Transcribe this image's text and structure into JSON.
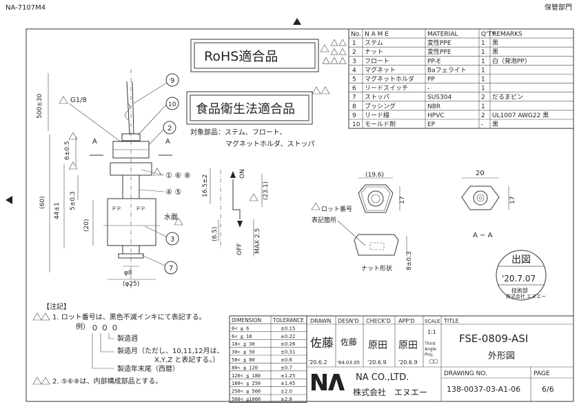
{
  "header": {
    "doc_code": "NA-7107M4",
    "storage_dept": "保管部門"
  },
  "stamps": {
    "rohs": "RoHS適合品",
    "food": "食品衛生法適合品",
    "food_targets_1": "対象部品：ステム、フロート、",
    "food_targets_2": "マグネットホルダ、ストッパ"
  },
  "parts_table": {
    "headers": [
      "No.",
      "N A M E",
      "MATERIAL",
      "Q'TY",
      "REMARKS"
    ],
    "rows": [
      {
        "rev": "5,2",
        "no": "1",
        "name": "ステム",
        "material": "変性PPE",
        "qty": "1",
        "remarks": "黒"
      },
      {
        "rev": "5,2",
        "no": "2",
        "name": "ナット",
        "material": "変性PPE",
        "qty": "1",
        "remarks": "黒"
      },
      {
        "rev": "5,3,2",
        "no": "3",
        "name": "フロート",
        "material": "PP-E",
        "qty": "1",
        "remarks": "白（発泡PP）"
      },
      {
        "rev": "",
        "no": "4",
        "name": "マグネット",
        "material": "Baフェライト",
        "qty": "1",
        "remarks": ""
      },
      {
        "rev": "",
        "no": "5",
        "name": "マグネットホルダ",
        "material": "PP",
        "qty": "1",
        "remarks": ""
      },
      {
        "rev": "",
        "no": "6",
        "name": "リードスイッチ",
        "material": "-",
        "qty": "1",
        "remarks": ""
      },
      {
        "rev": "",
        "no": "7",
        "name": "ストッパ",
        "material": "SUS304",
        "qty": "2",
        "remarks": "だるまピン"
      },
      {
        "rev": "",
        "no": "8",
        "name": "ブッシング",
        "material": "NBR",
        "qty": "1",
        "remarks": ""
      },
      {
        "rev": "",
        "no": "9",
        "name": "リード線",
        "material": "HPVC",
        "qty": "2",
        "remarks": "UL1007 AWG22 黒"
      },
      {
        "rev": "",
        "no": "10",
        "name": "モールド剤",
        "material": "EP",
        "qty": "-",
        "remarks": "黒"
      }
    ]
  },
  "front_view": {
    "thread": "G1/8",
    "dims": {
      "lead_len": "500±30",
      "d_6": "6±0.5",
      "d_60": "(60)",
      "d_44": "44±1",
      "d_5": "5±0.3",
      "d_20": "(20)",
      "d_phi8": "φ8",
      "d_phi25": "(φ25)",
      "d_165": "16.5±2",
      "d_231": "(23.1)",
      "d_65": "(6.5)",
      "d_max": "MAX 2.5"
    },
    "labels": {
      "section_a": "A",
      "water": "水面",
      "on": "ON",
      "off": "OFF",
      "balloons_a": "① ⑥ ⑧",
      "balloons_b": "④ ⑤"
    },
    "balloons": [
      "9",
      "10",
      "2",
      "3",
      "7"
    ]
  },
  "side_view": {
    "d_196": "(19.6)",
    "d_17": "17",
    "d_8": "8±0.3",
    "lot_label_1": "ロット番号",
    "lot_label_2": "表記箇所",
    "nut_label": "ナット形状"
  },
  "section_view": {
    "d_20": "20",
    "d_17": "17",
    "caption": "A − A"
  },
  "approval_stamp": {
    "title": "出図",
    "date": "'20.7.07",
    "dept": "技術部",
    "company": "株式会社 エヌエー"
  },
  "notes": {
    "title": "【注記】",
    "n1_lead": "1. ロット番号は、黒色不滅インキにて表記する。",
    "n1_example": "例）",
    "n1_code": "０ ０ ０",
    "n1_week": "製造週",
    "n1_month_a": "製造月（ただし、10,11,12月は、",
    "n1_month_b": "X,Y,Z と表記する。）",
    "n1_year": "製造年末尾（西暦）",
    "n2": "2. ⑤⑥⑧は、内部構成部品とする。"
  },
  "tolerance_table": {
    "headers": [
      "DIMENSION",
      "TOLERANCE"
    ],
    "rows": [
      [
        "0<   ≦   6",
        "±0.15"
      ],
      [
        "6<   ≦  18",
        "±0.22"
      ],
      [
        "18<  ≦  30",
        "±0.26"
      ],
      [
        "30<  ≦  50",
        "±0.31"
      ],
      [
        "50<  ≦  80",
        "±0.6"
      ],
      [
        "80<  ≦ 120",
        "±0.7"
      ],
      [
        "120< ≦ 180",
        "±1.25"
      ],
      [
        "180< ≦ 250",
        "±1.45"
      ],
      [
        "250< ≦ 500",
        "±2.0"
      ],
      [
        "500< ≦1000",
        "±2.8"
      ]
    ]
  },
  "title_block": {
    "drawn": "DRAWN",
    "desnd": "DESN'D",
    "checkd": "CHECK'D",
    "appd": "APP'D",
    "scale_label": "SCALE",
    "scale": "1:1",
    "title_label": "TITLE",
    "title": "FSE-0809-ASI",
    "subtitle": "外形図",
    "sig_drawn": "佐藤",
    "sig_desnd": "佐藤",
    "sig_check": "原田",
    "sig_app": "原田",
    "date_drawn": "'20.6.2",
    "date_desnd": "'84.03.05",
    "date_check": "'20.6.9",
    "date_app": "'20.6.9",
    "projection": "Third Angle Proj.",
    "company_en": "NA CO.,LTD.",
    "company_jp": "株式会社　エヌエー",
    "drawing_no_label": "DRAWING NO.",
    "drawing_no": "138-0037-03-A1-06",
    "page_label": "PAGE",
    "page": "6/6"
  }
}
